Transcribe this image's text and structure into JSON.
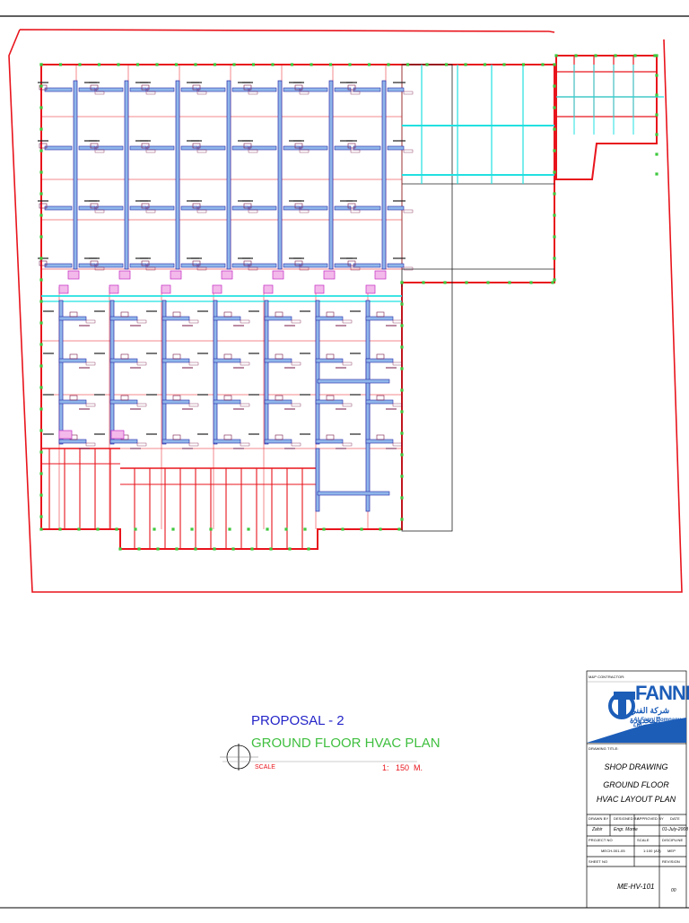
{
  "drawing": {
    "proposal": "PROPOSAL - 2",
    "plan_title": "GROUND  FLOOR HVAC PLAN",
    "scale_label": "SCALE",
    "scale_value": "1:   150  M."
  },
  "title_block": {
    "contractor_label": "M&P CONTRACTOR:",
    "company_name": "FANNI",
    "company_name_arabic": "شركة الفني المحدودة",
    "company_name_english": "Al-Fanni Company Ltd.",
    "drawing_title_label": "DRAWING TITLE:",
    "drawing_title_lines": [
      "SHOP DRAWING",
      "GROUND FLOOR",
      "HVAC LAYOUT PLAN"
    ],
    "headers": {
      "drawn_by": "DRAWN BY",
      "designed_by": "DESIGNED BY",
      "approved_by": "APPROVED BY",
      "date": "DATE",
      "project_no": "PROJECT NO",
      "scale": "SCALE",
      "discipline": "DISCIPLINE",
      "sheet_no": "SHEET NO",
      "revision": "REVISION"
    },
    "values": {
      "drawn_by": "Zahir",
      "designed_by": "Engr. Monie",
      "approved_by": "",
      "date": "01-July-2008",
      "project_no": "MECH-001-05",
      "scale": "1:100 (A3)",
      "discipline": "MEP",
      "sheet_no": "ME-HV-101",
      "revision": "00"
    }
  },
  "colors": {
    "wall": "#e8141c",
    "column": "#3ec83e",
    "duct": "#2a2aa8",
    "duct_fill": "#8fb6ea",
    "pipe": "#22e0e0",
    "label": "#7a1a4a",
    "heading": "#2323c8",
    "plan_title": "#3fbf3f",
    "logo_blue": "#1c5db8"
  }
}
